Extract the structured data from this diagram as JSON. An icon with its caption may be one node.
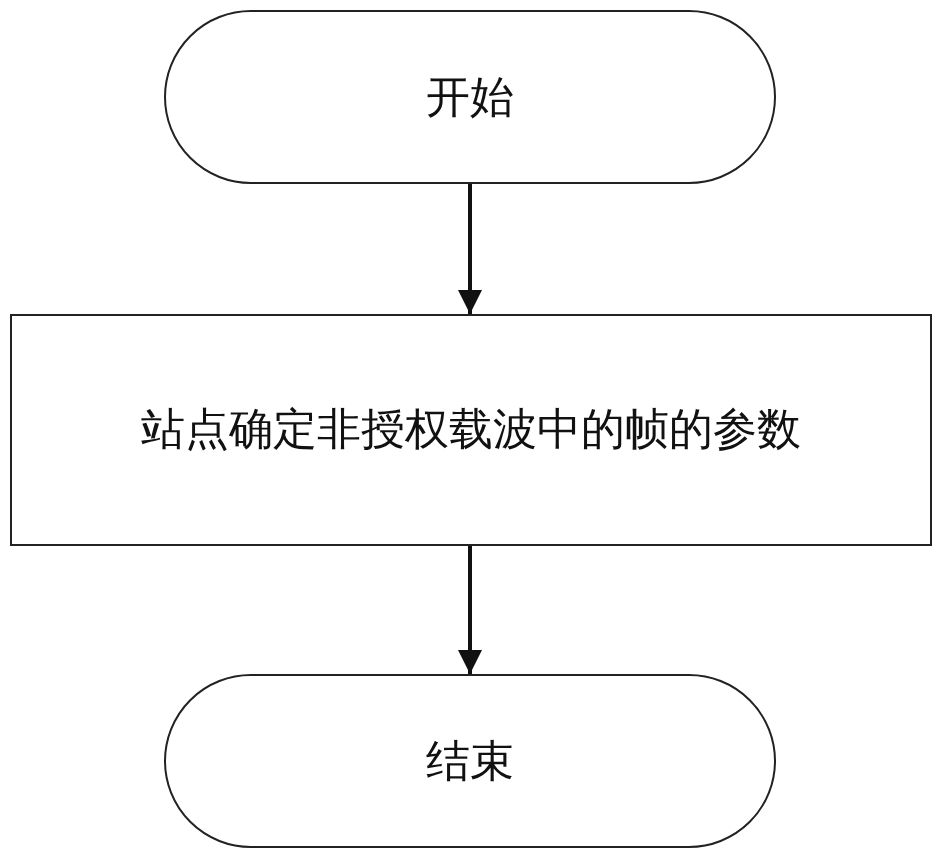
{
  "diagram": {
    "nodes": [
      {
        "text": [
          "开始"
        ]
      },
      {
        "text": [
          "站点确定非授权载波中的帧的参数"
        ]
      },
      {
        "text": [
          "结束"
        ]
      }
    ],
    "edges": [
      {
        "from": 0,
        "to": 1,
        "arrow": "to"
      },
      {
        "from": 1,
        "to": 2,
        "arrow": "to"
      }
    ]
  }
}
